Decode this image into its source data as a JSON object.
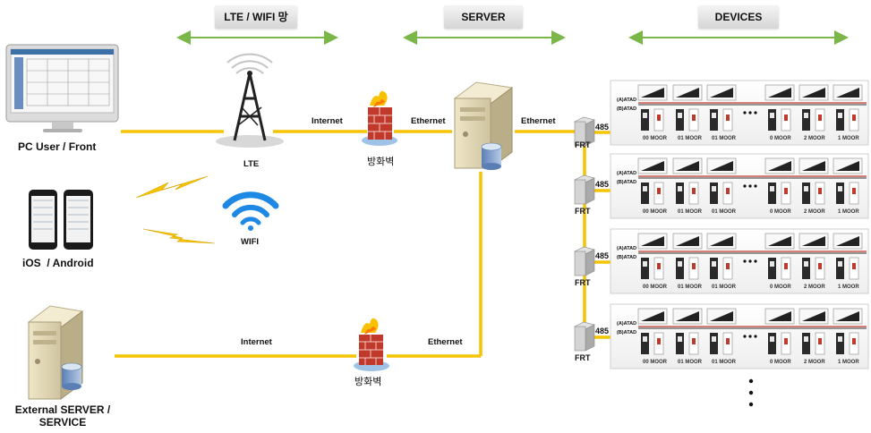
{
  "headers": {
    "lte_wifi": "LTE / WIFI 망",
    "server": "SERVER",
    "devices": "DEVICES"
  },
  "clients": {
    "pc": "PC User / Front",
    "mobile": "iOS  / Android",
    "external": "External SERVER / SERVICE"
  },
  "network": {
    "lte": "LTE",
    "wifi": "WIFI",
    "internet_top": "Internet",
    "internet_bottom": "Internet",
    "ethernet_top_left": "Ethernet",
    "ethernet_top_right": "Ethernet",
    "ethernet_bottom": "Ethernet",
    "firewall_top": "방화벽",
    "firewall_bottom": "방화벽"
  },
  "devices": {
    "frt_label": "FRT",
    "rs485_label": "485",
    "data_a": "(A)ATAD",
    "data_b": "(B)ATAD",
    "room_labels": [
      "00 MOOR",
      "01 MOOR",
      "01 MOOR",
      "0 MOOR",
      "2 MOOR",
      "1 MOOR"
    ],
    "rows": 4
  },
  "colors": {
    "link": "#f5c400",
    "header_arrow": "#7ab648",
    "firewall_brick": "#c0392b",
    "wifi": "#1e88e5"
  }
}
